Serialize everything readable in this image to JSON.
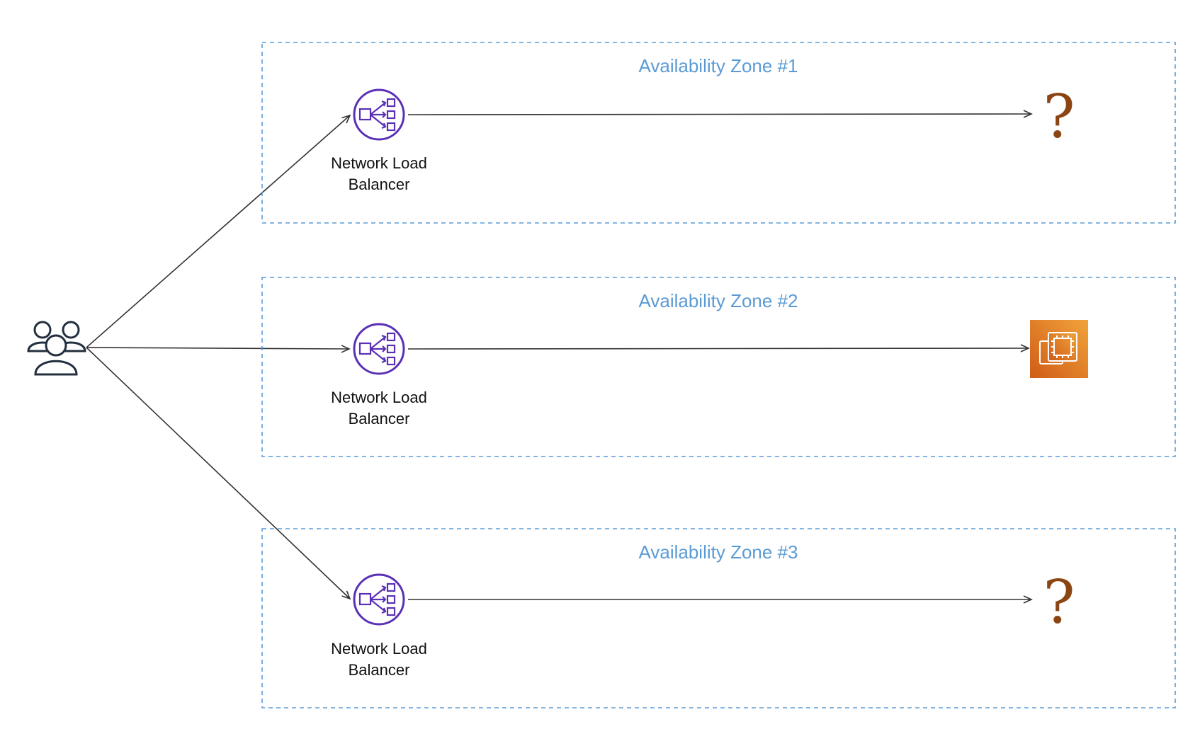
{
  "colors": {
    "zone_border": "#5b9bd5",
    "zone_title": "#5b9bd5",
    "nlb_icon": "#5a30b5",
    "connector": "#333333",
    "users_icon": "#232f3e",
    "ec2_gradient_light": "#f1a33b",
    "ec2_gradient_dark": "#d05c17",
    "unknown_mark": "#8b4513"
  },
  "icons": {
    "users": "users-group-icon",
    "load_balancer": "network-load-balancer-icon",
    "instance": "ec2-instance-icon",
    "unknown": "question-mark"
  },
  "zones": [
    {
      "title": "Availability Zone #1",
      "load_balancer": {
        "label_line1": "Network Load",
        "label_line2": "Balancer"
      },
      "target": {
        "kind": "unknown",
        "text": "?"
      }
    },
    {
      "title": "Availability Zone #2",
      "load_balancer": {
        "label_line1": "Network Load",
        "label_line2": "Balancer"
      },
      "target": {
        "kind": "instance"
      }
    },
    {
      "title": "Availability Zone #3",
      "load_balancer": {
        "label_line1": "Network Load",
        "label_line2": "Balancer"
      },
      "target": {
        "kind": "unknown",
        "text": "?"
      }
    }
  ]
}
